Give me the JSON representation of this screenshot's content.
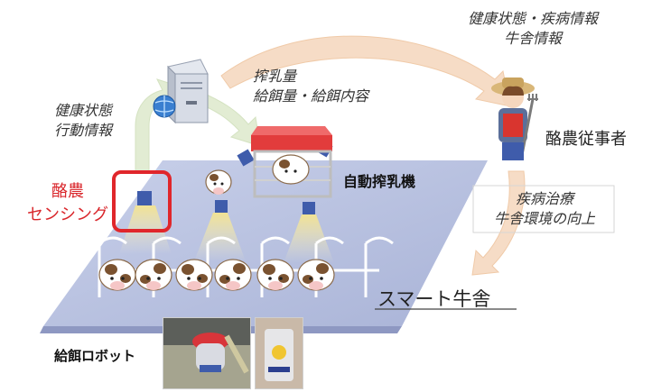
{
  "labels": {
    "top_right_line1": "健康状態・疾病情報",
    "top_right_line2": "牛舎情報",
    "left_line1": "健康状態",
    "left_line2": "行動情報",
    "center_top_line1": "搾乳量",
    "center_top_line2": "給餌量・給餌内容",
    "dairy_sensing_line1": "酪農",
    "dairy_sensing_line2": "センシング",
    "auto_milking": "自動搾乳機",
    "dairy_worker": "酪農従事者",
    "right_mid_line1": "疾病治療",
    "right_mid_line2": "牛舎環境の向上",
    "smart_barn": "スマート牛舎",
    "feeding_robot": "給餌ロボット"
  },
  "colors": {
    "arrow_fill": "#f6dcc6",
    "arrow_fill_green": "#e2ecd3",
    "platform": "#aab5d9",
    "highlight_box": "#e0262b",
    "sensing_text": "#d9262b",
    "camera_blue": "#3f5cab"
  },
  "icons": {
    "server": "server-icon",
    "worker": "farmer-icon",
    "milking": "milking-machine-icon",
    "camera": "sensor-camera-icon",
    "cow": "cow-icon",
    "robot": "feeding-robot-photo"
  }
}
